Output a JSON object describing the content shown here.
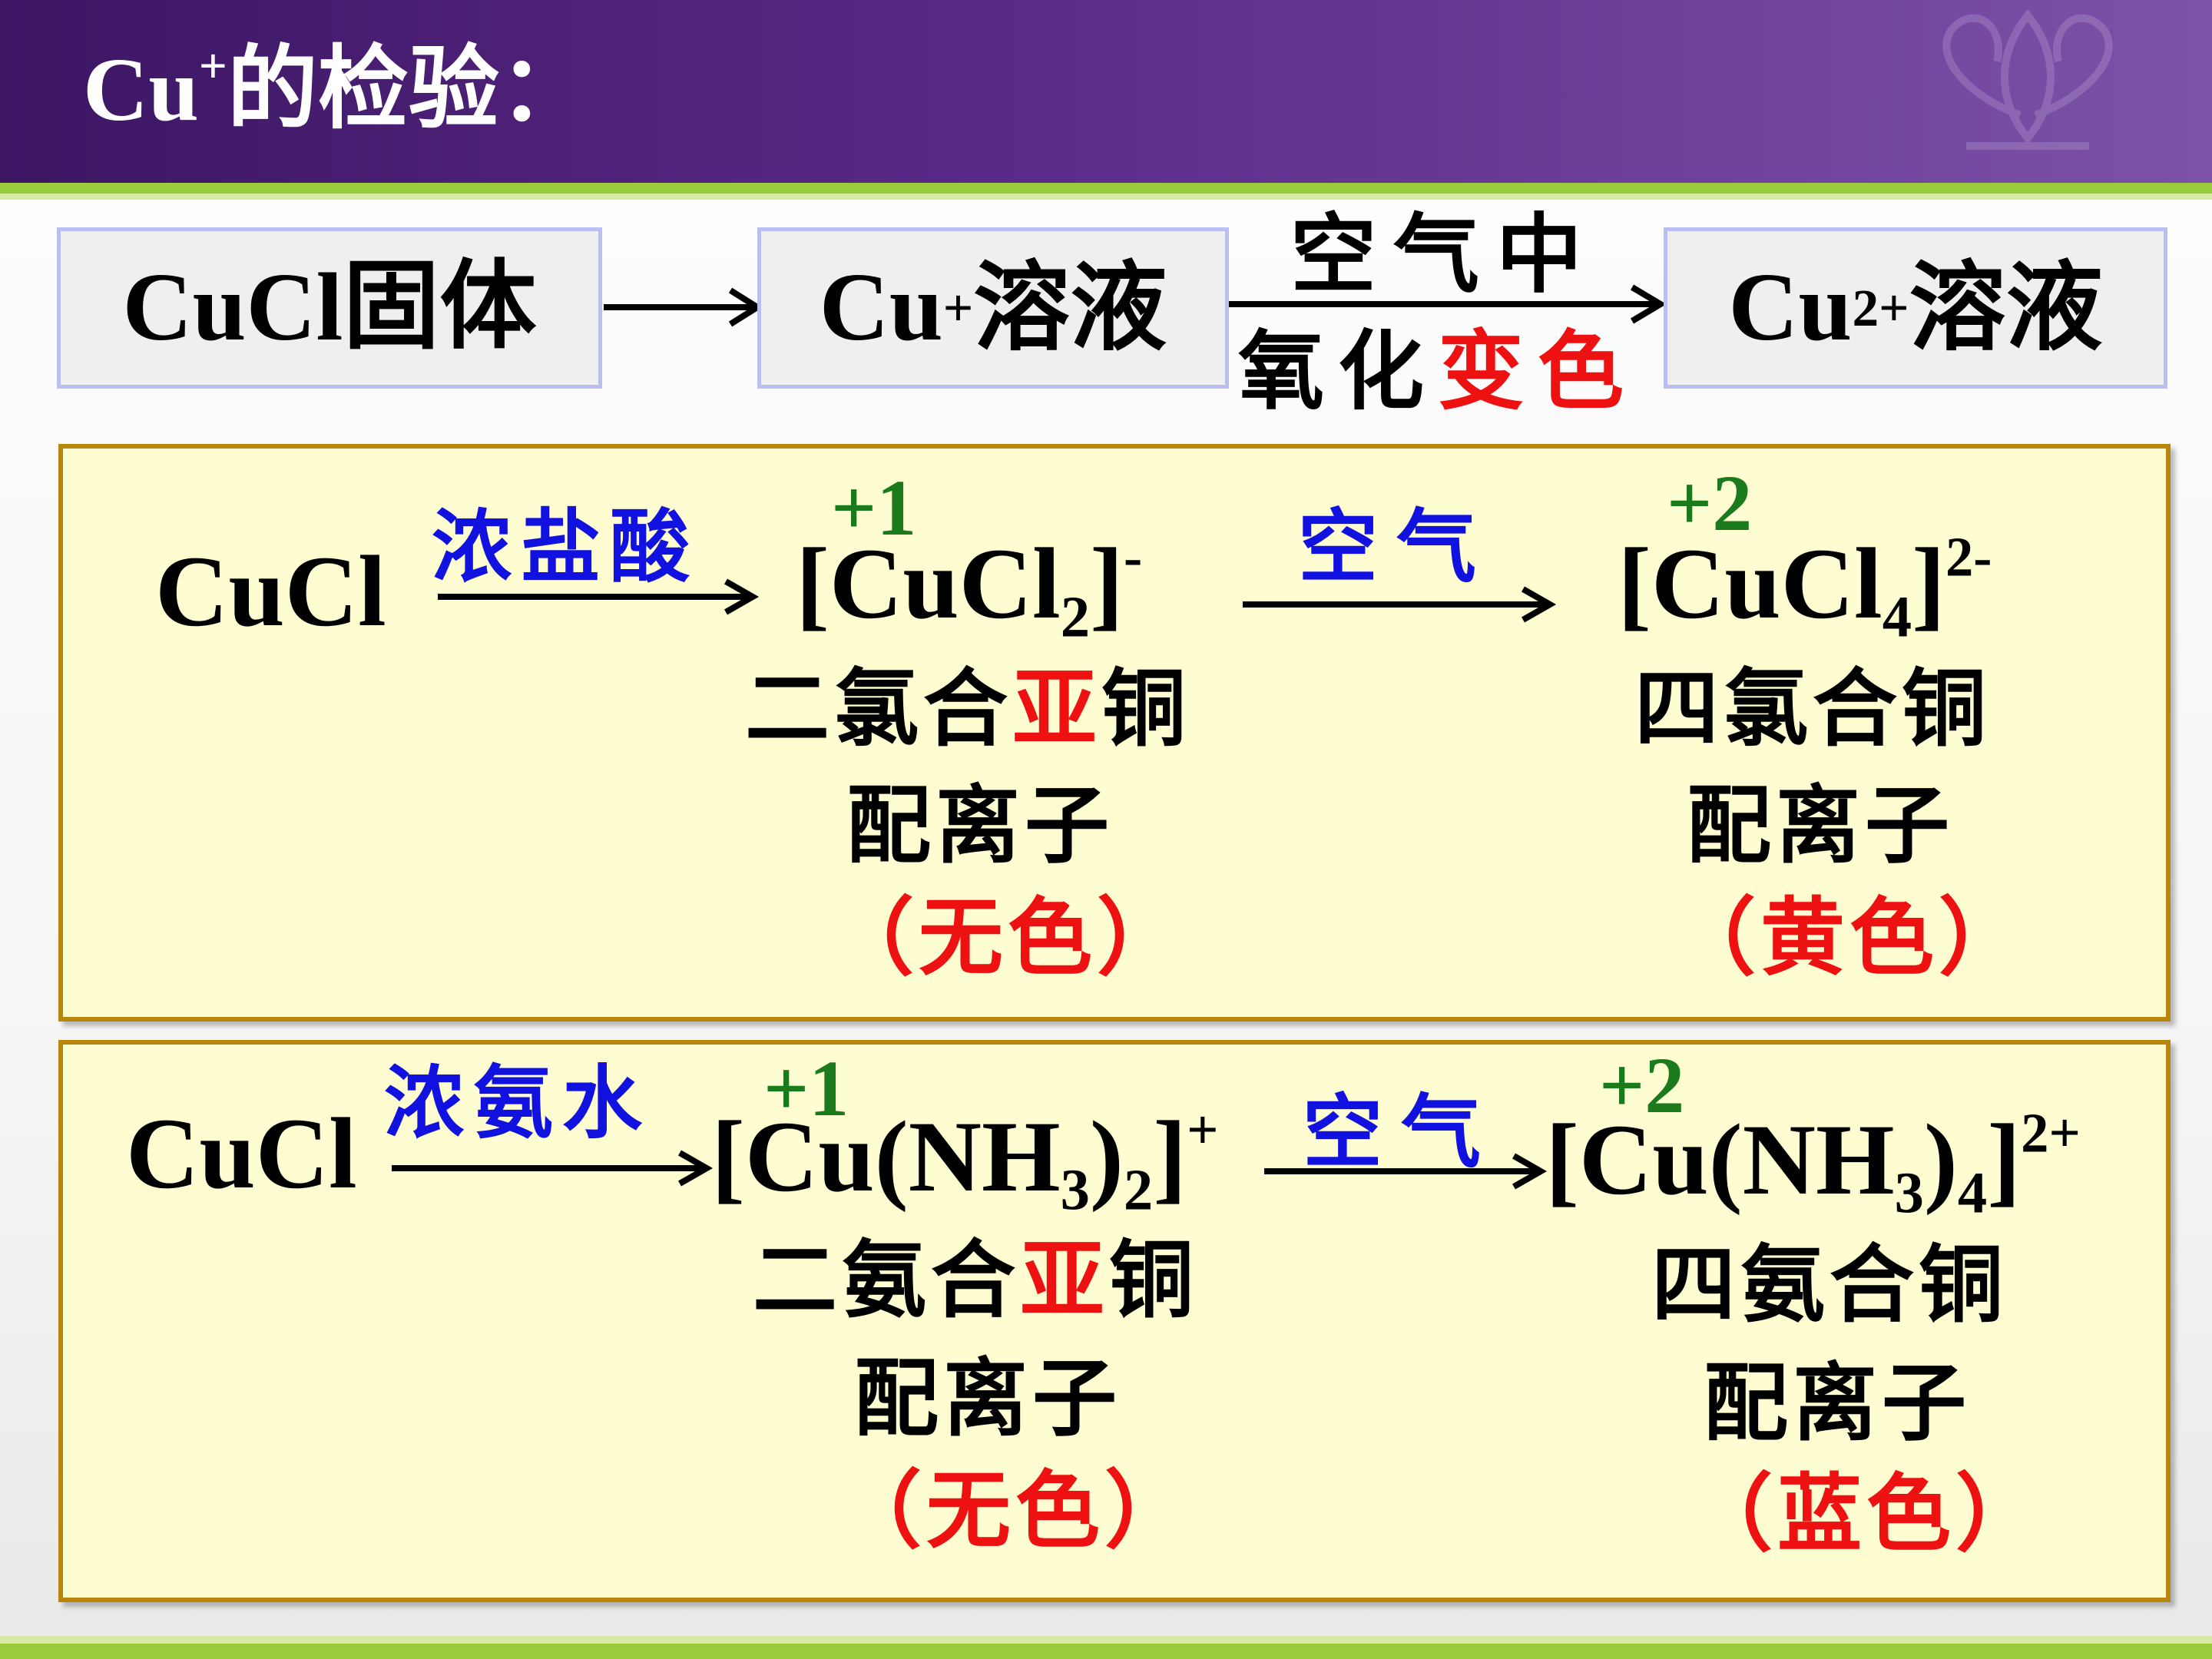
{
  "title": {
    "main": "Cu",
    "sup": "+",
    "rest": "的检验："
  },
  "top_row": {
    "box1": {
      "text": "CuCl固体"
    },
    "box2": {
      "base": "Cu",
      "sup": "+",
      "rest": "溶液"
    },
    "box3": {
      "base": "Cu",
      "sup": "2+",
      "rest": "溶液"
    },
    "arrow_label_top": "空气中",
    "arrow_label_bottom_black": "氧化",
    "arrow_label_bottom_red": "变色"
  },
  "panel1": {
    "reactant": "CuCl",
    "reagent1": "浓盐酸",
    "ox1": "+1",
    "product1": {
      "open": "[CuCl",
      "sub": "2",
      "close": "]",
      "sup": "-"
    },
    "reagent2": "空气",
    "ox2": "+2",
    "product2": {
      "open": "[CuCl",
      "sub": "4",
      "close": "]",
      "sup": "2-"
    },
    "name1_a": "二氯合",
    "name1_red": "亚",
    "name1_b": "铜",
    "name1_line2": "配离子",
    "color1": "（无色）",
    "name2_line1": "四氯合铜",
    "name2_line2": "配离子",
    "color2": "（黄色）"
  },
  "panel2": {
    "reactant": "CuCl",
    "reagent1": "浓氨水",
    "ox1": "+1",
    "product1": {
      "open": "[Cu(NH",
      "sub1": "3",
      "mid": ")",
      "sub2": "2",
      "close": "]",
      "sup": "+"
    },
    "reagent2": "空气",
    "ox2": "+2",
    "product2": {
      "open": "[Cu(NH",
      "sub1": "3",
      "mid": ")",
      "sub2": "4",
      "close": "]",
      "sup": "2+"
    },
    "name1_a": "二氨合",
    "name1_red": "亚",
    "name1_b": "铜",
    "name1_line2": "配离子",
    "color1": "（无色）",
    "name2_line1": "四氨合铜",
    "name2_line2": "配离子",
    "color2": "（蓝色）"
  }
}
